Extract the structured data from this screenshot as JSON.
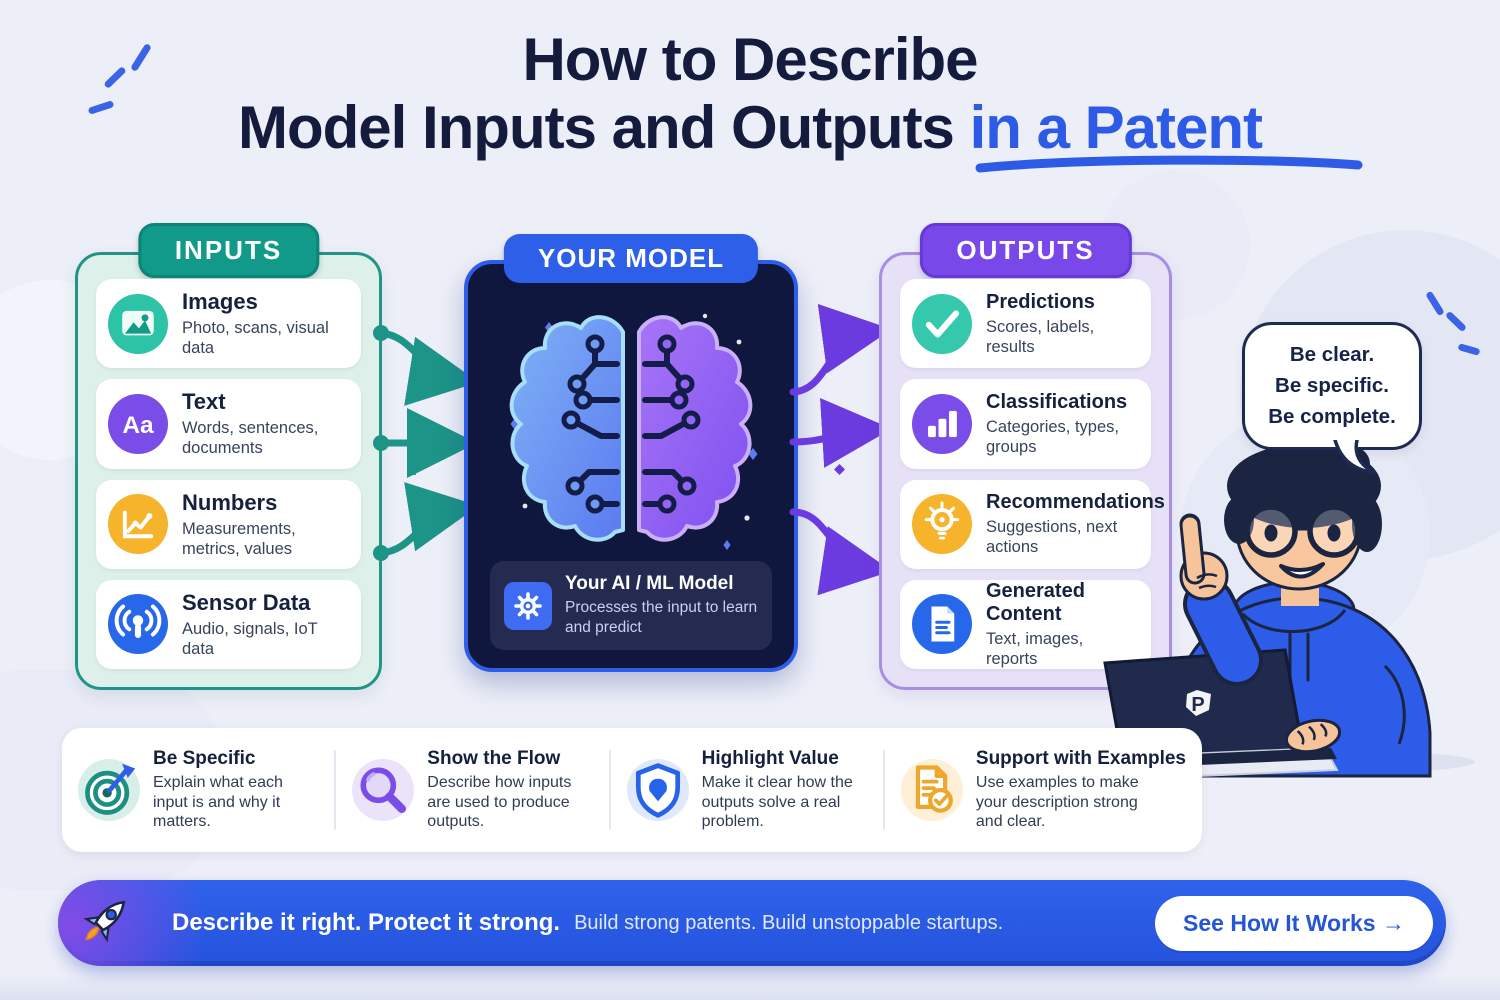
{
  "title": {
    "line1": "How to Describe",
    "line2": "Model Inputs and Outputs",
    "line2_accent": "in a Patent"
  },
  "inputs_panel": {
    "header": "INPUTS",
    "items": [
      {
        "icon": "images-icon",
        "title": "Images",
        "desc": "Photo, scans, visual data"
      },
      {
        "icon": "text-icon",
        "title": "Text",
        "desc": "Words, sentences, documents"
      },
      {
        "icon": "numbers-icon",
        "title": "Numbers",
        "desc": "Measurements, metrics, values"
      },
      {
        "icon": "sensor-data-icon",
        "title": "Sensor Data",
        "desc": "Audio, signals, IoT data"
      }
    ]
  },
  "model_panel": {
    "header": "YOUR MODEL",
    "card": {
      "icon": "gear-icon",
      "title": "Your AI / ML Model",
      "desc": "Processes the input to learn and predict"
    }
  },
  "outputs_panel": {
    "header": "OUTPUTS",
    "items": [
      {
        "icon": "check-icon",
        "title": "Predictions",
        "desc": "Scores, labels, results"
      },
      {
        "icon": "bar-chart-icon",
        "title": "Classifications",
        "desc": "Categories, types, groups"
      },
      {
        "icon": "lightbulb-icon",
        "title": "Recommendations",
        "desc": "Suggestions, next actions"
      },
      {
        "icon": "document-icon",
        "title": "Generated Content",
        "desc": "Text, images, reports"
      }
    ]
  },
  "speech_bubble": {
    "line1": "Be clear.",
    "line2": "Be specific.",
    "line3": "Be complete."
  },
  "character": {
    "laptop_logo": "P"
  },
  "tips": {
    "items": [
      {
        "icon": "target-icon",
        "title": "Be Specific",
        "desc": "Explain what each input is and why it matters."
      },
      {
        "icon": "magnifier-icon",
        "title": "Show the Flow",
        "desc": "Describe how inputs are used to produce outputs."
      },
      {
        "icon": "shield-icon",
        "title": "Highlight Value",
        "desc": "Make it clear how the outputs solve a real problem."
      },
      {
        "icon": "document-check-icon",
        "title": "Support with Examples",
        "desc": "Use examples to make your description strong and clear."
      }
    ]
  },
  "banner": {
    "icon": "rocket-icon",
    "headline_bold": "Describe it right. Protect it strong.",
    "headline_regular": "Build strong patents. Build unstoppable startups.",
    "cta_label": "See How It Works →"
  },
  "colors": {
    "accent_blue": "#2e5be6",
    "teal": "#17988a",
    "purple": "#7a4ce8",
    "yellow": "#f6b42c",
    "blue": "#2767ea",
    "navy": "#141b3c",
    "model_bg": "#10173f"
  }
}
